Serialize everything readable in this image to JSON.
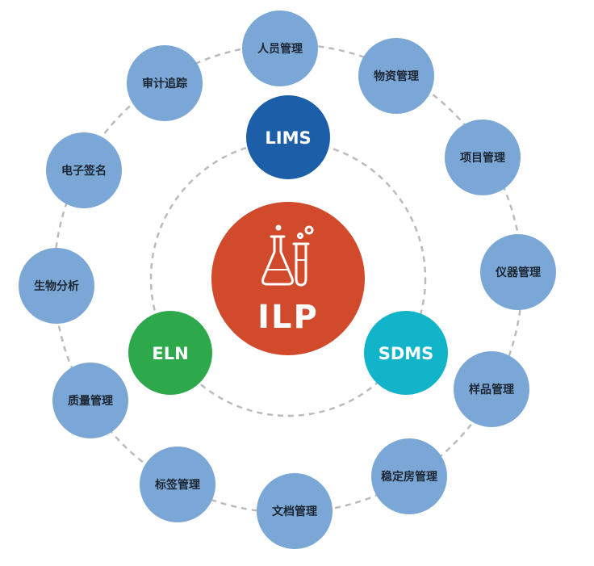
{
  "center": {
    "label": "ILP",
    "icon": "lab-flask-test-tube-icon",
    "color": "#d04a2b"
  },
  "core_modules": [
    {
      "id": "lims",
      "label": "LIMS",
      "color": "#1d5ea9"
    },
    {
      "id": "eln",
      "label": "ELN",
      "color": "#2da94c"
    },
    {
      "id": "sdms",
      "label": "SDMS",
      "color": "#12b4c9"
    }
  ],
  "outer_modules": [
    {
      "id": "personnel",
      "label": "人员管理"
    },
    {
      "id": "materials",
      "label": "物资管理"
    },
    {
      "id": "projects",
      "label": "项目管理"
    },
    {
      "id": "instruments",
      "label": "仪器管理"
    },
    {
      "id": "samples",
      "label": "样品管理"
    },
    {
      "id": "stability",
      "label": "稳定房管理"
    },
    {
      "id": "documents",
      "label": "文档管理"
    },
    {
      "id": "labels",
      "label": "标签管理"
    },
    {
      "id": "quality",
      "label": "质量管理"
    },
    {
      "id": "bioanalysis",
      "label": "生物分析"
    },
    {
      "id": "esignature",
      "label": "电子签名"
    },
    {
      "id": "audit",
      "label": "审计追踪"
    }
  ],
  "colors": {
    "outer_node": "#7ba7d6",
    "ring": "#bbbbbb"
  }
}
